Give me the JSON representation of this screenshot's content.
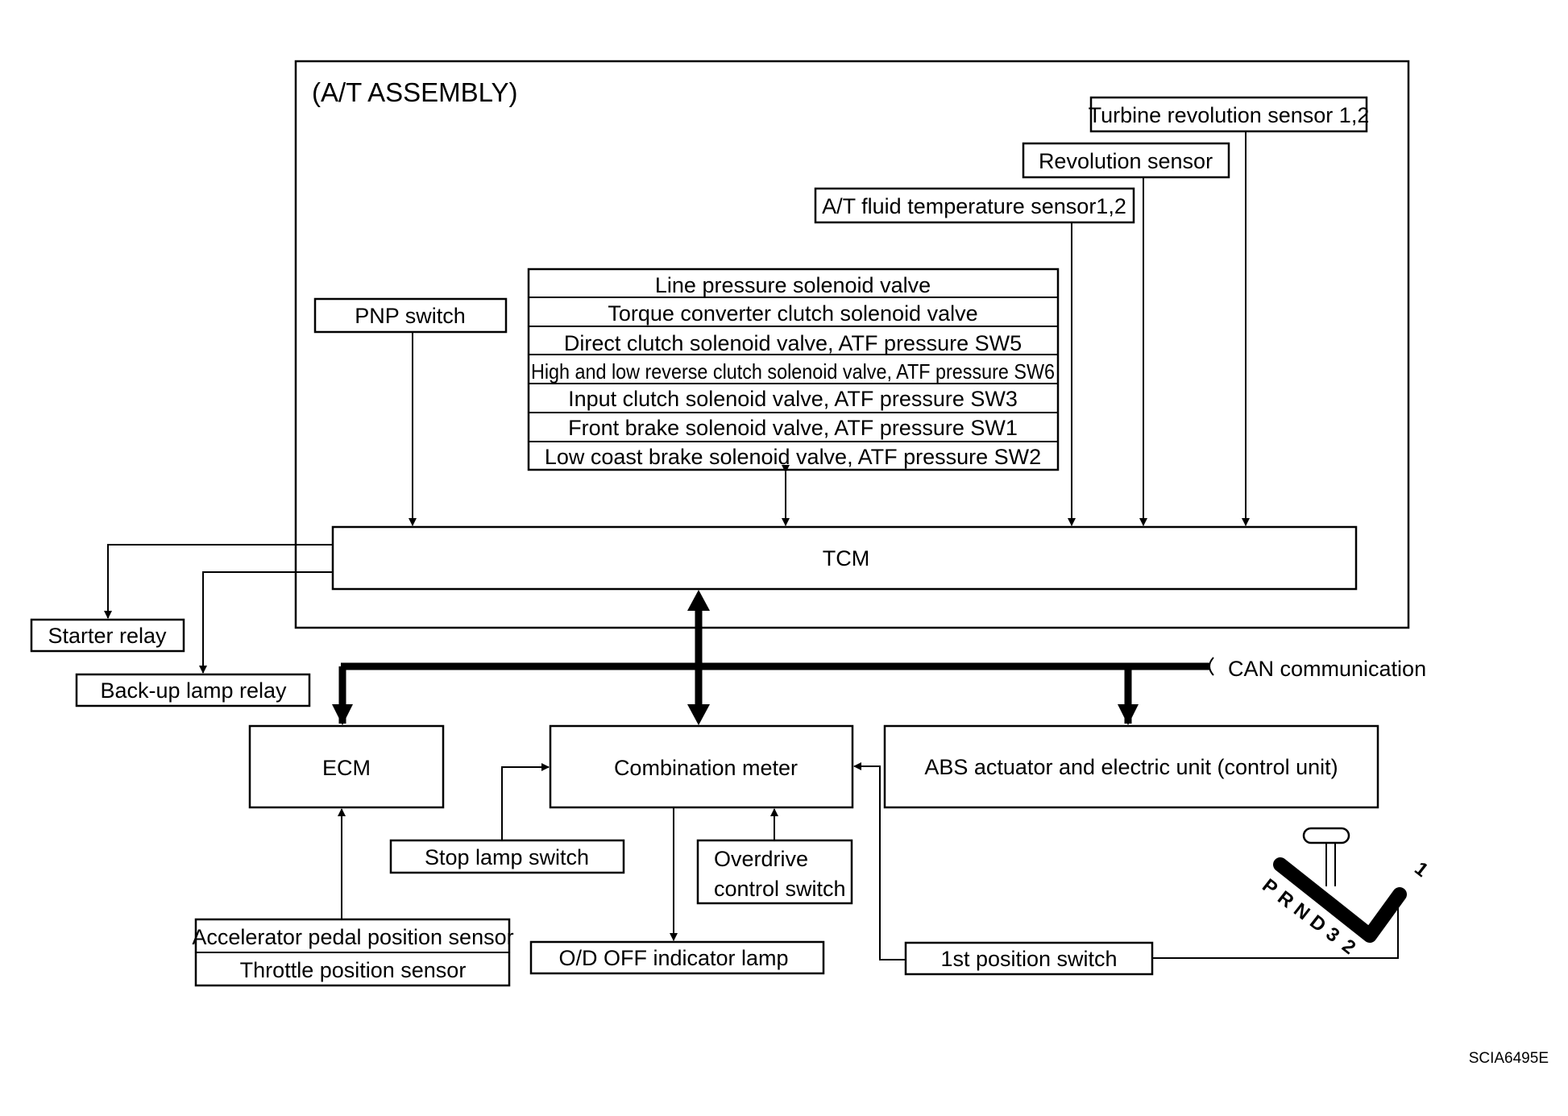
{
  "assembly_label": "(A/T ASSEMBLY)",
  "sensors": {
    "turbine": "Turbine revolution sensor 1,2",
    "revolution": "Revolution sensor",
    "fluid_temp": "A/T fluid temperature sensor1,2",
    "pnp": "PNP switch"
  },
  "solenoids": [
    "Line pressure solenoid valve",
    "Torque converter clutch solenoid valve",
    "Direct clutch solenoid valve, ATF pressure SW5",
    "High and low reverse clutch solenoid valve, ATF pressure SW6",
    "Input clutch solenoid valve, ATF pressure SW3",
    "Front brake solenoid valve, ATF pressure SW1",
    "Low coast brake solenoid valve, ATF pressure SW2"
  ],
  "tcm": "TCM",
  "relays": {
    "starter": "Starter relay",
    "backup": "Back-up lamp relay"
  },
  "can": "CAN communication",
  "units": {
    "ecm": "ECM",
    "meter": "Combination meter",
    "abs": "ABS actuator and electric unit (control unit)"
  },
  "switches": {
    "stop_lamp": "Stop lamp switch",
    "overdrive_1": "Overdrive",
    "overdrive_2": "control switch",
    "od_lamp": "O/D OFF indicator lamp",
    "first_pos": "1st position switch",
    "accel": "Accelerator pedal position sensor",
    "throttle": "Throttle position sensor"
  },
  "shifter_positions": [
    "P",
    "R",
    "N",
    "D",
    "3",
    "2",
    "1"
  ],
  "figure_code": "SCIA6495E"
}
